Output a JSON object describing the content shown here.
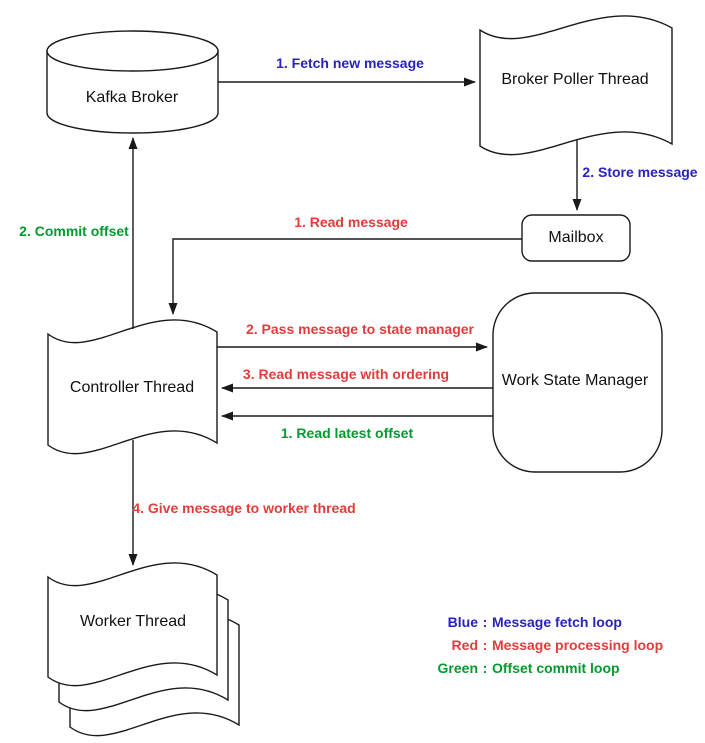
{
  "colors": {
    "blue": "#2823bb",
    "red": "#e23c3c",
    "green": "#009b2f",
    "line": "#1a1a1a"
  },
  "nodes": {
    "kafka_broker": {
      "label": "Kafka Broker",
      "shape": "cylinder"
    },
    "broker_poller": {
      "label": "Broker Poller Thread",
      "shape": "flag"
    },
    "mailbox": {
      "label": "Mailbox",
      "shape": "rounded-rect"
    },
    "controller": {
      "label": "Controller Thread",
      "shape": "flag"
    },
    "work_state_manager": {
      "label": "Work State Manager",
      "shape": "rounded-rect"
    },
    "worker": {
      "label": "Worker Thread",
      "shape": "stacked-flags"
    }
  },
  "edges": {
    "fetch_new_message": {
      "label": "1. Fetch new message",
      "color": "#2823bb",
      "from": "kafka_broker",
      "to": "broker_poller"
    },
    "store_message": {
      "label": "2. Store message",
      "color": "#2823bb",
      "from": "broker_poller",
      "to": "mailbox"
    },
    "read_message": {
      "label": "1. Read message",
      "color": "#e23c3c",
      "from": "mailbox",
      "to": "controller"
    },
    "commit_offset": {
      "label": "2. Commit offset",
      "color": "#009b2f",
      "from": "controller",
      "to": "kafka_broker"
    },
    "pass_message": {
      "label": "2. Pass message to state manager",
      "color": "#e23c3c",
      "from": "controller",
      "to": "work_state_manager"
    },
    "read_with_ordering": {
      "label": "3. Read message with ordering",
      "color": "#e23c3c",
      "from": "work_state_manager",
      "to": "controller"
    },
    "read_latest_offset": {
      "label": "1. Read latest offset",
      "color": "#009b2f",
      "from": "work_state_manager",
      "to": "controller"
    },
    "give_message": {
      "label": "4. Give message to worker thread",
      "color": "#e23c3c",
      "from": "controller",
      "to": "worker"
    }
  },
  "legend": {
    "items": [
      {
        "name": "Blue",
        "colon": ":",
        "desc": "Message fetch loop",
        "color": "#2823bb"
      },
      {
        "name": "Red",
        "colon": ":",
        "desc": "Message processing loop",
        "color": "#e23c3c"
      },
      {
        "name": "Green",
        "colon": ":",
        "desc": "Offset commit loop",
        "color": "#009b2f"
      }
    ]
  }
}
